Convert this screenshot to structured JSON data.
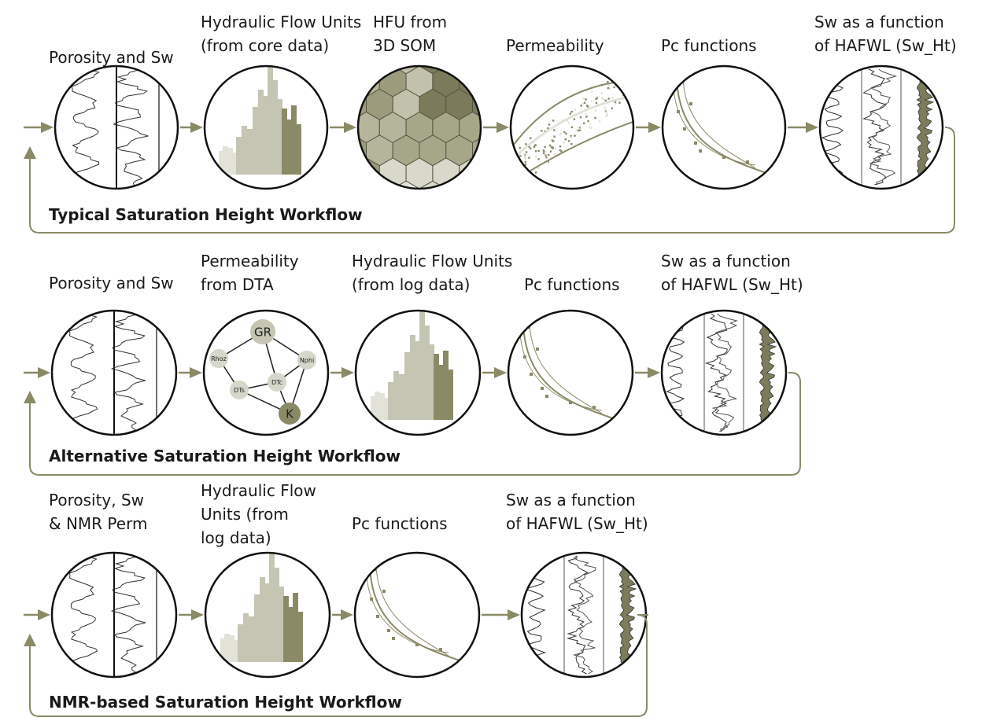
{
  "colors": {
    "olive": "#8a8a67",
    "olive_dark": "#7c7c5c",
    "stage_mid": "#c5c5b4",
    "stage_light": "#e2e2d8",
    "line": "#111111"
  },
  "workflows": [
    {
      "title": "Typical Saturation Height Workflow",
      "steps": [
        {
          "label": "Porosity and Sw",
          "icon": "logs-icon"
        },
        {
          "label": "Hydraulic Flow Units\n(from core data)",
          "icon": "histogram-icon"
        },
        {
          "label": "HFU from\n3D SOM",
          "icon": "som-icon"
        },
        {
          "label": "Permeability",
          "icon": "scatter-icon"
        },
        {
          "label": "Pc functions",
          "icon": "pc-curves-icon"
        },
        {
          "label": "Sw as a function\nof HAFWL (Sw_Ht)",
          "icon": "sw-height-icon"
        }
      ]
    },
    {
      "title": "Alternative Saturation Height Workflow",
      "steps": [
        {
          "label": "Porosity and Sw",
          "icon": "logs-icon"
        },
        {
          "label": "Permeability\nfrom DTA",
          "icon": "network-icon"
        },
        {
          "label": "Hydraulic Flow Units\n(from log data)",
          "icon": "histogram-icon"
        },
        {
          "label": "Pc functions",
          "icon": "pc-curves-icon"
        },
        {
          "label": "Sw as a function\nof HAFWL (Sw_Ht)",
          "icon": "sw-height-icon"
        }
      ]
    },
    {
      "title": "NMR-based Saturation Height Workflow",
      "steps": [
        {
          "label": "Porosity, Sw\n& NMR Perm",
          "icon": "logs-icon"
        },
        {
          "label": "Hydraulic Flow\nUnits (from\nlog data)",
          "icon": "histogram-icon"
        },
        {
          "label": "Pc functions",
          "icon": "pc-curves-icon"
        },
        {
          "label": "Sw as a function\nof HAFWL (Sw_Ht)",
          "icon": "sw-height-icon"
        }
      ]
    }
  ],
  "network_nodes": [
    "GR",
    "Rhoz",
    "Nphi",
    "DTc",
    "DTs",
    "K"
  ]
}
